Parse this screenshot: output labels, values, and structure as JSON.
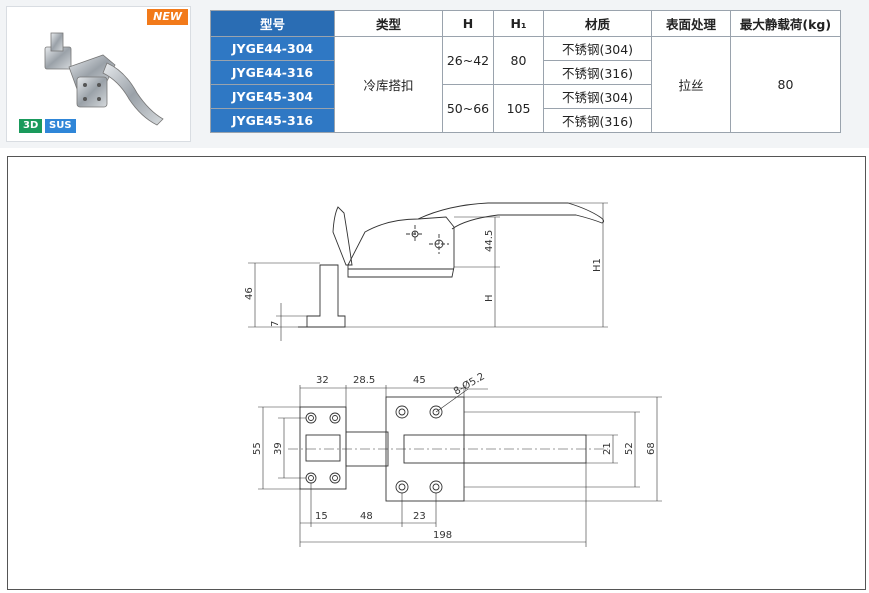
{
  "badges": {
    "new": "NEW",
    "three_d": "3D",
    "sus": "SUS"
  },
  "table": {
    "headers": {
      "model": "型号",
      "type": "类型",
      "h": "H",
      "h1": "H₁",
      "material": "材质",
      "surface": "表面处理",
      "max_load": "最大静载荷(kg)"
    },
    "models": [
      "JYGE44-304",
      "JYGE44-316",
      "JYGE45-304",
      "JYGE45-316"
    ],
    "type_value": "冷库搭扣",
    "h_values": [
      "26~42",
      "50~66"
    ],
    "h1_values": [
      "80",
      "105"
    ],
    "materials": [
      "不锈钢(304)",
      "不锈钢(316)",
      "不锈钢(304)",
      "不锈钢(316)"
    ],
    "surface_value": "拉丝",
    "max_load_value": "80"
  },
  "drawing": {
    "side_view": {
      "dim_46": "46",
      "dim_7": "7",
      "dim_44_5": "44.5",
      "dim_h": "H",
      "dim_h1": "H1"
    },
    "top_view": {
      "dim_32": "32",
      "dim_28_5": "28.5",
      "dim_45": "45",
      "dim_holes": "8-Ø5.2",
      "dim_55": "55",
      "dim_39": "39",
      "dim_21": "21",
      "dim_52": "52",
      "dim_68": "68",
      "dim_15": "15",
      "dim_48": "48",
      "dim_23": "23",
      "dim_198": "198"
    }
  },
  "colors": {
    "model_blue": "#2f78c4",
    "new_orange": "#f27a1a",
    "badge_green": "#1a9a5c",
    "badge_blue": "#2f86d8"
  }
}
